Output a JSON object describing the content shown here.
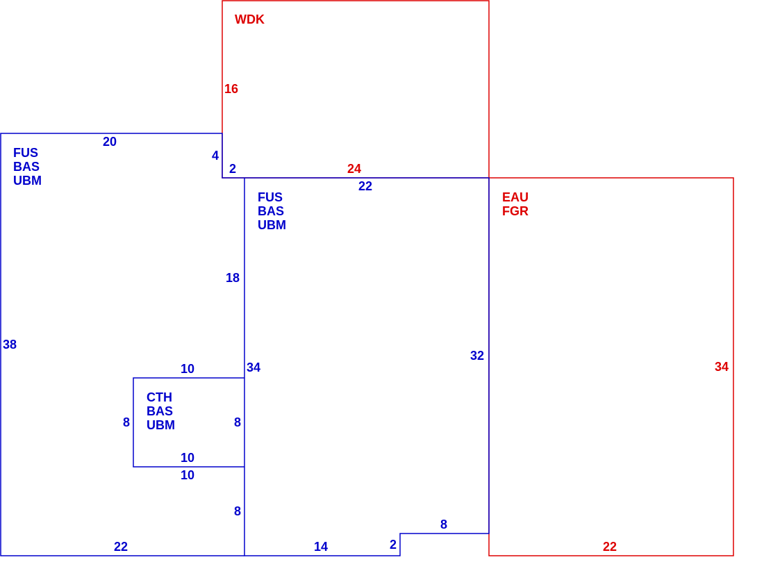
{
  "colors": {
    "primary": "#0000cc",
    "secondary": "#dd0000",
    "background": "#ffffff"
  },
  "areas": {
    "wdk": {
      "codes": [
        "WDK"
      ],
      "dims": {
        "left": "16",
        "bottom": "24"
      }
    },
    "fus_left": {
      "codes": [
        "FUS",
        "BAS",
        "UBM"
      ],
      "dims": {
        "top": "20",
        "step": "4",
        "step_top": "2",
        "left": "38",
        "bottom": "22"
      }
    },
    "fus_center": {
      "codes": [
        "FUS",
        "BAS",
        "UBM"
      ],
      "dims": {
        "top": "22",
        "left_upper": "18",
        "left_total": "34",
        "left_lower": "8",
        "right": "32",
        "bottom": "14",
        "notch_vertical": "2",
        "notch_horizontal": "8"
      }
    },
    "cth": {
      "codes": [
        "CTH",
        "BAS",
        "UBM"
      ],
      "dims": {
        "top": "10",
        "left": "8",
        "right": "8",
        "bottom_inner": "10",
        "bottom_outer": "10"
      }
    },
    "eau": {
      "codes": [
        "EAU",
        "FGR"
      ],
      "dims": {
        "right": "34",
        "bottom": "22"
      }
    }
  }
}
